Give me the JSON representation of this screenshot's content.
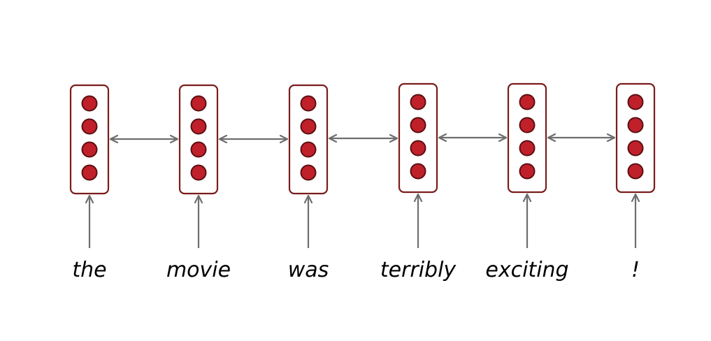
{
  "words": [
    "the",
    "movie",
    "was",
    "terribly",
    "exciting",
    "!"
  ],
  "units_per_cell": 4,
  "colors": {
    "cell_border": "#7a1c1c",
    "unit_fill": "#c0202a",
    "unit_stroke": "#5a0f12",
    "arrow": "#6e6e6e"
  }
}
